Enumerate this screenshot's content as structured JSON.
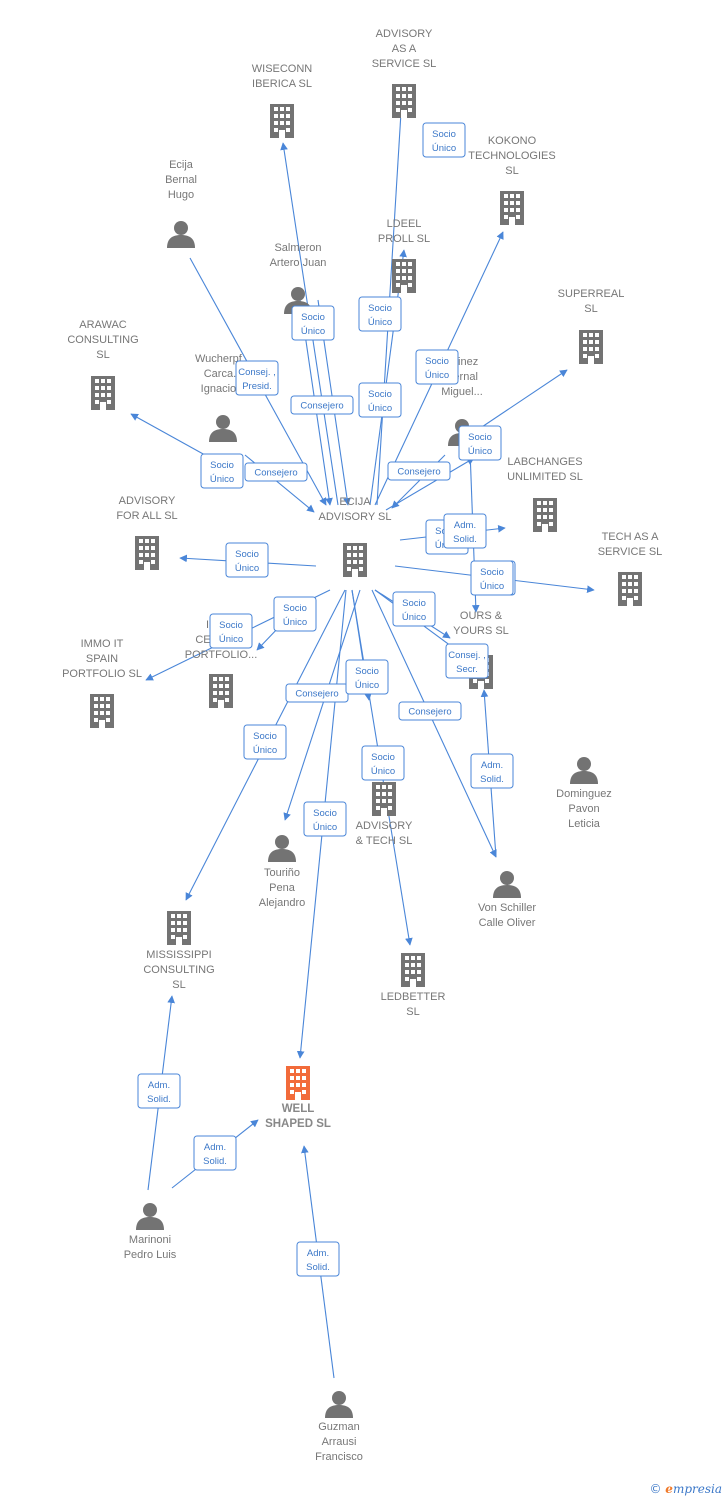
{
  "colors": {
    "edge": "#4a86d8",
    "building": "#737373",
    "building_main": "#f26b3a",
    "person": "#737373"
  },
  "nodes": [
    {
      "id": "ecija",
      "type": "company",
      "label": [
        "ECIJA",
        "ADVISORY  SL"
      ]
    },
    {
      "id": "advisory_as_service",
      "type": "company",
      "label": [
        "ADVISORY",
        "AS A",
        "SERVICE  SL"
      ]
    },
    {
      "id": "wiseconn",
      "type": "company",
      "label": [
        "WISECONN",
        "IBERICA  SL"
      ]
    },
    {
      "id": "kokono",
      "type": "company",
      "label": [
        "KOKONO",
        "TECHNOLOGIES",
        "SL"
      ]
    },
    {
      "id": "ecija_hugo",
      "type": "person",
      "label": [
        "Ecija",
        "Bernal",
        "Hugo"
      ]
    },
    {
      "id": "ldeel",
      "type": "company",
      "label": [
        "LDEEL",
        "PROLL  SL"
      ]
    },
    {
      "id": "salmeron",
      "type": "person",
      "label": [
        "Salmeron",
        "Artero Juan"
      ]
    },
    {
      "id": "superreal",
      "type": "company",
      "label": [
        "SUPERREAL",
        "SL"
      ]
    },
    {
      "id": "arawac",
      "type": "company",
      "label": [
        "ARAWAC",
        "CONSULTING",
        "SL"
      ]
    },
    {
      "id": "wucherpf",
      "type": "person",
      "label": [
        "Wucherpf...",
        "Carca...",
        "Ignacio..."
      ]
    },
    {
      "id": "martinez",
      "type": "person",
      "label": [
        "...tinez",
        "Bernal",
        "Miguel..."
      ]
    },
    {
      "id": "labchanges",
      "type": "company",
      "label": [
        "LABCHANGES",
        "UNLIMITED  SL"
      ]
    },
    {
      "id": "advisory_for_all",
      "type": "company",
      "label": [
        "ADVISORY",
        "FOR ALL  SL"
      ]
    },
    {
      "id": "tech_as_service",
      "type": "company",
      "label": [
        "TECH AS A",
        "SERVICE  SL"
      ]
    },
    {
      "id": "ours_yours",
      "type": "company",
      "label": [
        "OURS &",
        "YOURS SL"
      ]
    },
    {
      "id": "immo_central",
      "type": "company",
      "label": [
        "IMMO",
        "CENTRAL",
        "PORTFOLIO..."
      ]
    },
    {
      "id": "immo_spain",
      "type": "company",
      "label": [
        "IMMO IT",
        "SPAIN",
        "PORTFOLIO  SL"
      ]
    },
    {
      "id": "dominguez",
      "type": "person",
      "label": [
        "Dominguez",
        "Pavon",
        "Leticia"
      ]
    },
    {
      "id": "advisory_tech",
      "type": "company",
      "label": [
        "ADVISORY",
        "& TECH  SL"
      ]
    },
    {
      "id": "tourino",
      "type": "person",
      "label": [
        "Touriño",
        "Pena",
        "Alejandro"
      ]
    },
    {
      "id": "von_schiller",
      "type": "person",
      "label": [
        "Von Schiller",
        "Calle Oliver"
      ]
    },
    {
      "id": "mississippi",
      "type": "company",
      "label": [
        "MISSISSIPPI",
        "CONSULTING",
        "SL"
      ]
    },
    {
      "id": "ledbetter",
      "type": "company",
      "label": [
        "LEDBETTER",
        "SL"
      ]
    },
    {
      "id": "well_shaped",
      "type": "company",
      "label": [
        "WELL",
        "SHAPED  SL"
      ],
      "main": true
    },
    {
      "id": "marinoni",
      "type": "person",
      "label": [
        "Marinoni",
        "Pedro Luis"
      ]
    },
    {
      "id": "guzman",
      "type": "person",
      "label": [
        "Guzman",
        "Arrausi",
        "Francisco"
      ]
    }
  ],
  "edges": [
    {
      "label": [
        "Socio",
        "Único"
      ]
    },
    {
      "label": [
        "Socio",
        "Único"
      ]
    },
    {
      "label": [
        "Socio",
        "Único"
      ]
    },
    {
      "label": [
        "Socio",
        "Único"
      ]
    },
    {
      "label": [
        "Consej. ,",
        "Presid."
      ]
    },
    {
      "label": [
        "Consejero"
      ]
    },
    {
      "label": [
        "Socio",
        "Único"
      ]
    },
    {
      "label": [
        "Socio",
        "Único"
      ]
    },
    {
      "label": [
        "Socio",
        "Único"
      ]
    },
    {
      "label": [
        "Consejero"
      ]
    },
    {
      "label": [
        "Consejero"
      ]
    },
    {
      "label": [
        "Socio",
        "Único"
      ]
    },
    {
      "label": [
        "Adm.",
        "Solid."
      ]
    },
    {
      "label": [
        "Socio",
        "Único"
      ]
    },
    {
      "label": [
        "Socio",
        "Único"
      ]
    },
    {
      "label": [
        "Socio",
        "Único"
      ]
    },
    {
      "label": [
        "Socio",
        "Único"
      ]
    },
    {
      "label": [
        "Consej. ,",
        "Secr."
      ]
    },
    {
      "label": [
        "Socio",
        "Único"
      ]
    },
    {
      "label": [
        "Socio",
        "Único"
      ]
    },
    {
      "label": [
        "Consejero"
      ]
    },
    {
      "label": [
        "Socio",
        "Único"
      ]
    },
    {
      "label": [
        "Consejero"
      ]
    },
    {
      "label": [
        "Socio",
        "Único"
      ]
    },
    {
      "label": [
        "Socio",
        "Único"
      ]
    },
    {
      "label": [
        "Adm.",
        "Solid."
      ]
    },
    {
      "label": [
        "Socio",
        "Único"
      ]
    },
    {
      "label": [
        "Adm.",
        "Solid."
      ]
    },
    {
      "label": [
        "Adm.",
        "Solid."
      ]
    },
    {
      "label": [
        "Adm.",
        "Solid."
      ]
    }
  ],
  "footer": {
    "copyright": "©",
    "brand_first": "e",
    "brand_rest": "mpresia"
  }
}
